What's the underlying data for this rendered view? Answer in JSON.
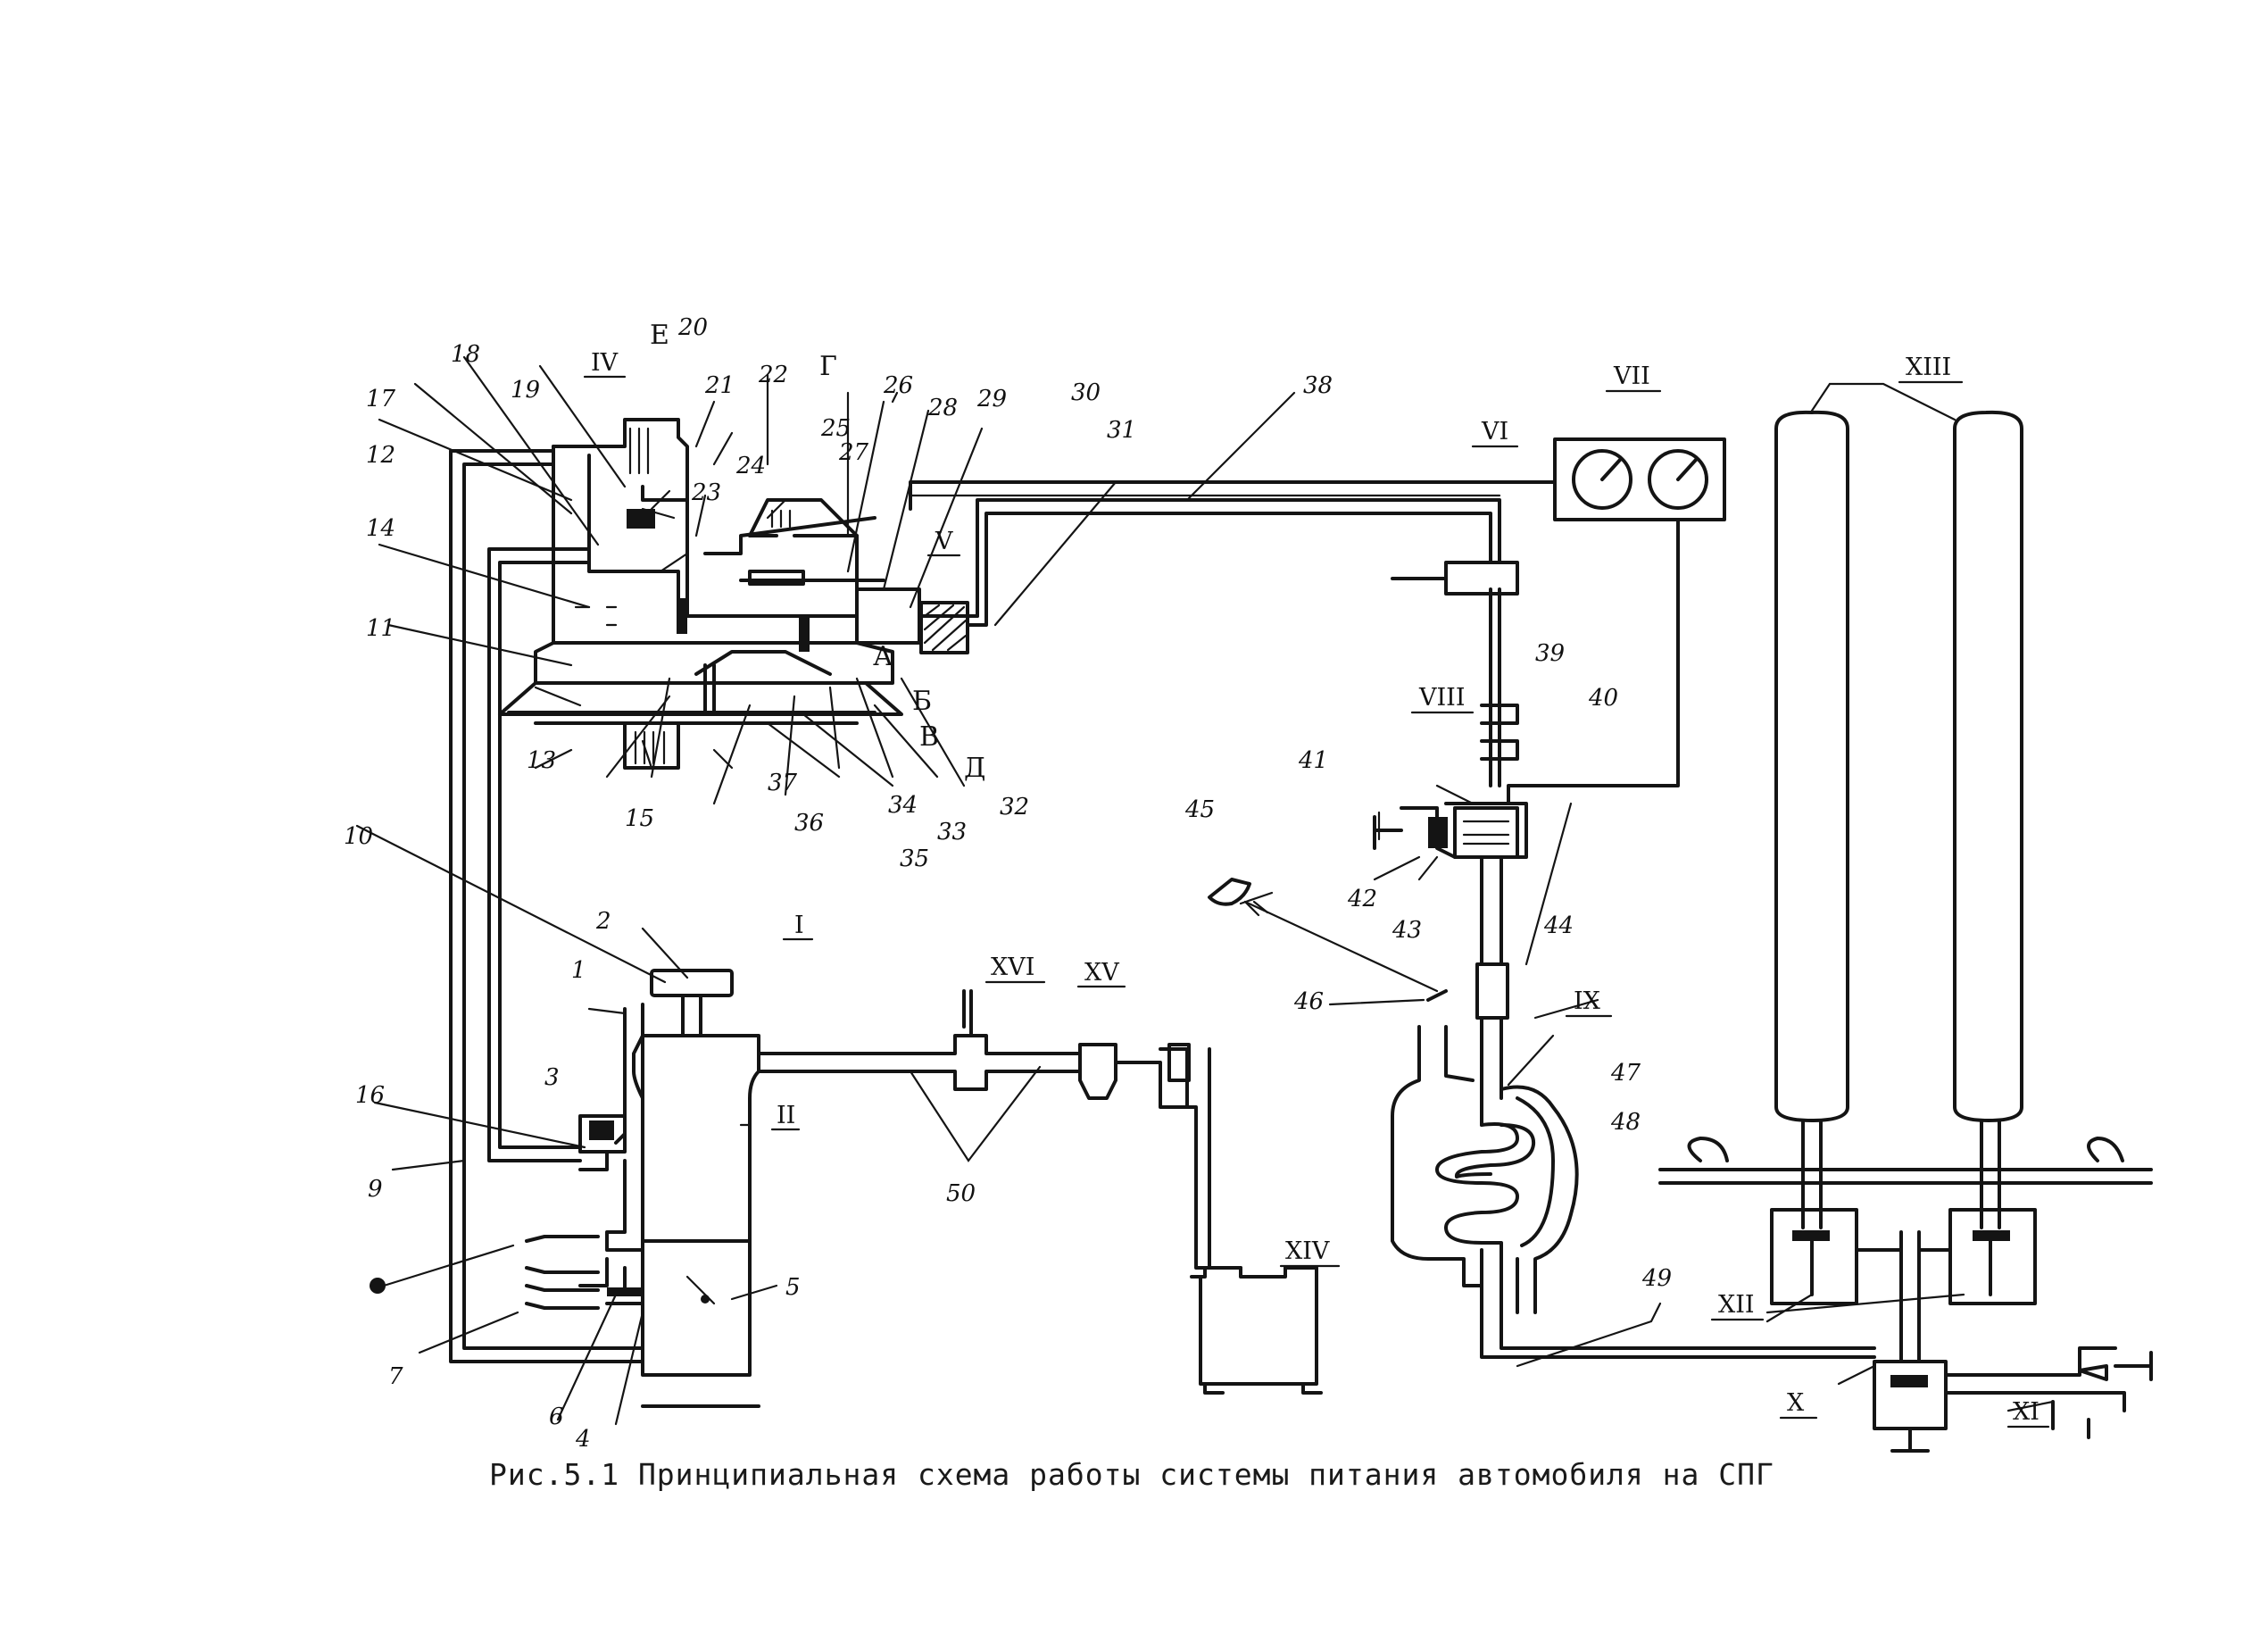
{
  "caption": "Рис.5.1  Принципиальная схема работы системы питания автомобиля на СПГ",
  "labels": {
    "n1": "1",
    "n2": "2",
    "n3": "3",
    "n4": "4",
    "n5": "5",
    "n6": "6",
    "n7": "7",
    "n9": "9",
    "n10": "10",
    "n11": "11",
    "n12": "12",
    "n13": "13",
    "n14": "14",
    "n15": "15",
    "n16": "16",
    "n17": "17",
    "n18": "18",
    "n19": "19",
    "n20": "20",
    "n21": "21",
    "n22": "22",
    "n23": "23",
    "n24": "24",
    "n25": "25",
    "n26": "26",
    "n27": "27",
    "n28": "28",
    "n29": "29",
    "n30": "30",
    "n31": "31",
    "n32": "32",
    "n33": "33",
    "n34": "34",
    "n35": "35",
    "n36": "36",
    "n37": "37",
    "n38": "38",
    "n39": "39",
    "n40": "40",
    "n41": "41",
    "n42": "42",
    "n43": "43",
    "n44": "44",
    "n45": "45",
    "n46": "46",
    "n47": "47",
    "n48": "48",
    "n49": "49",
    "n50": "50"
  },
  "zones": {
    "E": "Е",
    "G": "Г",
    "A": "А",
    "B": "Б",
    "V": "В",
    "D": "Д"
  },
  "units": {
    "I": "I",
    "II": "II",
    "IV": "IV",
    "V": "V",
    "VI": "VI",
    "VII": "VII",
    "VIII": "VIII",
    "IX": "IX",
    "X": "X",
    "XI": "XI",
    "XII": "XII",
    "XIII": "XIII",
    "XIV": "XIV",
    "XV": "XV",
    "XVI": "XVI"
  }
}
